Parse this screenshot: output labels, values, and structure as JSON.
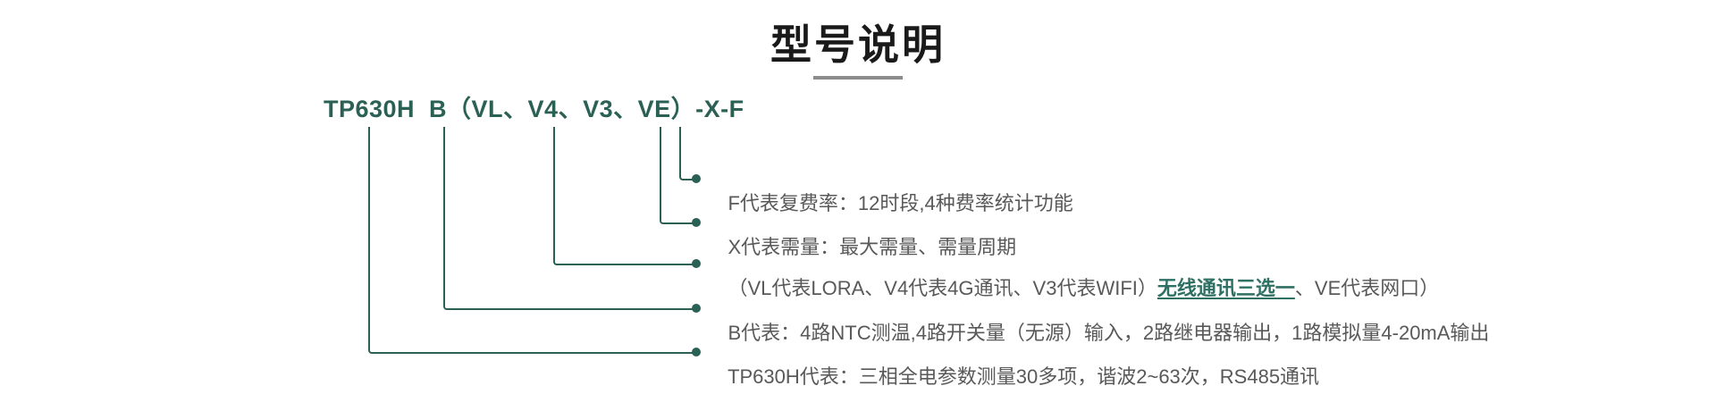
{
  "page": {
    "title": "型号说明",
    "model_code": "TP630H  B（VL、V4、V3、VE）-X-F"
  },
  "colors": {
    "teal_line": "#2b6055",
    "highlight_teal": "#2f7064",
    "body_text_gray": "#595959",
    "title_black": "#1a1a1a",
    "divider_gray": "#8c8c8c"
  },
  "diagram": {
    "rows": [
      {
        "key": "F",
        "text": "F代表复费率：12时段,4种费率统计功能"
      },
      {
        "key": "X",
        "text": "X代表需量：最大需量、需量周期"
      },
      {
        "key": "V",
        "text_before": "（VL代表LORA、V4代表4G通讯、V3代表WIFI）",
        "text_highlight": "无线通讯三选一",
        "text_after": "、VE代表网口）"
      },
      {
        "key": "B",
        "text": "B代表：4路NTC测温,4路开关量（无源）输入，2路继电器输出，1路模拟量4-20mA输出"
      },
      {
        "key": "TP630H",
        "text": "TP630H代表：三相全电参数测量30多项，谐波2~63次，RS485通讯"
      }
    ]
  }
}
